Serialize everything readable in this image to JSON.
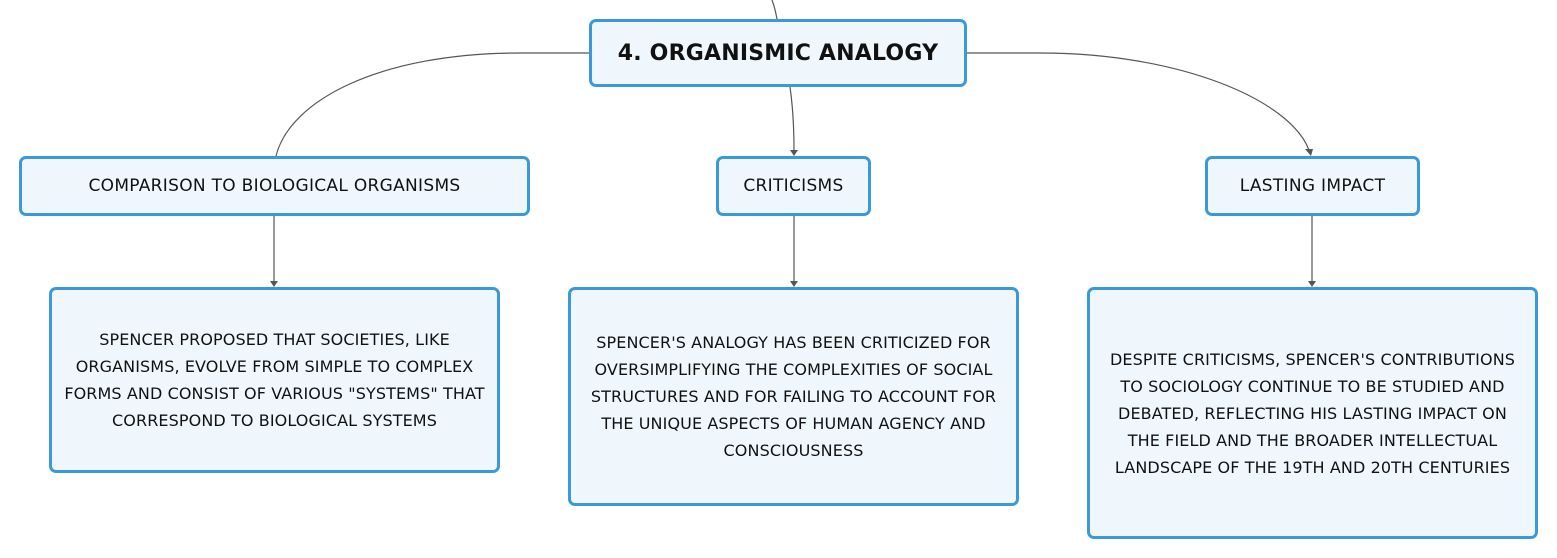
{
  "root": {
    "label": "4. ORGANISMIC ANALOGY"
  },
  "branches": [
    {
      "label": "COMPARISON TO BIOLOGICAL ORGANISMS",
      "detail": "SPENCER PROPOSED THAT SOCIETIES, LIKE ORGANISMS, EVOLVE FROM SIMPLE TO COMPLEX FORMS AND CONSIST OF VARIOUS \"SYSTEMS\" THAT CORRESPOND TO BIOLOGICAL SYSTEMS"
    },
    {
      "label": "CRITICISMS",
      "detail": "SPENCER'S ANALOGY HAS BEEN CRITICIZED FOR OVERSIMPLIFYING THE COMPLEXITIES OF SOCIAL STRUCTURES AND FOR FAILING TO ACCOUNT FOR THE UNIQUE ASPECTS OF HUMAN AGENCY AND CONSCIOUSNESS"
    },
    {
      "label": "LASTING IMPACT",
      "detail": "DESPITE CRITICISMS, SPENCER'S CONTRIBUTIONS TO SOCIOLOGY CONTINUE TO BE STUDIED AND DEBATED, REFLECTING HIS LASTING IMPACT ON THE FIELD AND THE BROADER INTELLECTUAL LANDSCAPE OF THE 19TH AND 20TH CENTURIES"
    }
  ],
  "colors": {
    "node_border": "#3a9ad9",
    "node_fill": "#eff7fd",
    "connector": "#555555",
    "text": "#111111"
  }
}
